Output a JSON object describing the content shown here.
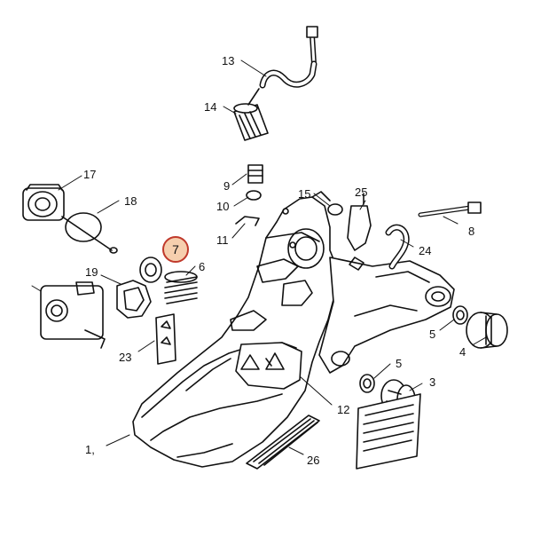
{
  "colors": {
    "line": "#111111",
    "highlight_fill": "#f6cfae",
    "highlight_ring": "#c0392b"
  },
  "callouts": {
    "p1": "1,",
    "p3": "3",
    "p4": "4",
    "p5a": "5",
    "p5b": "5",
    "p6": "6",
    "p7": "7",
    "p8": "8",
    "p9": "9",
    "p10": "10",
    "p11": "11",
    "p12": "12",
    "p13": "13",
    "p14": "14",
    "p15": "15",
    "p17": "17",
    "p18": "18",
    "p19": "19",
    "p23": "23",
    "p24": "24",
    "p25": "25",
    "p26": "26"
  },
  "highlighted_part": "7"
}
